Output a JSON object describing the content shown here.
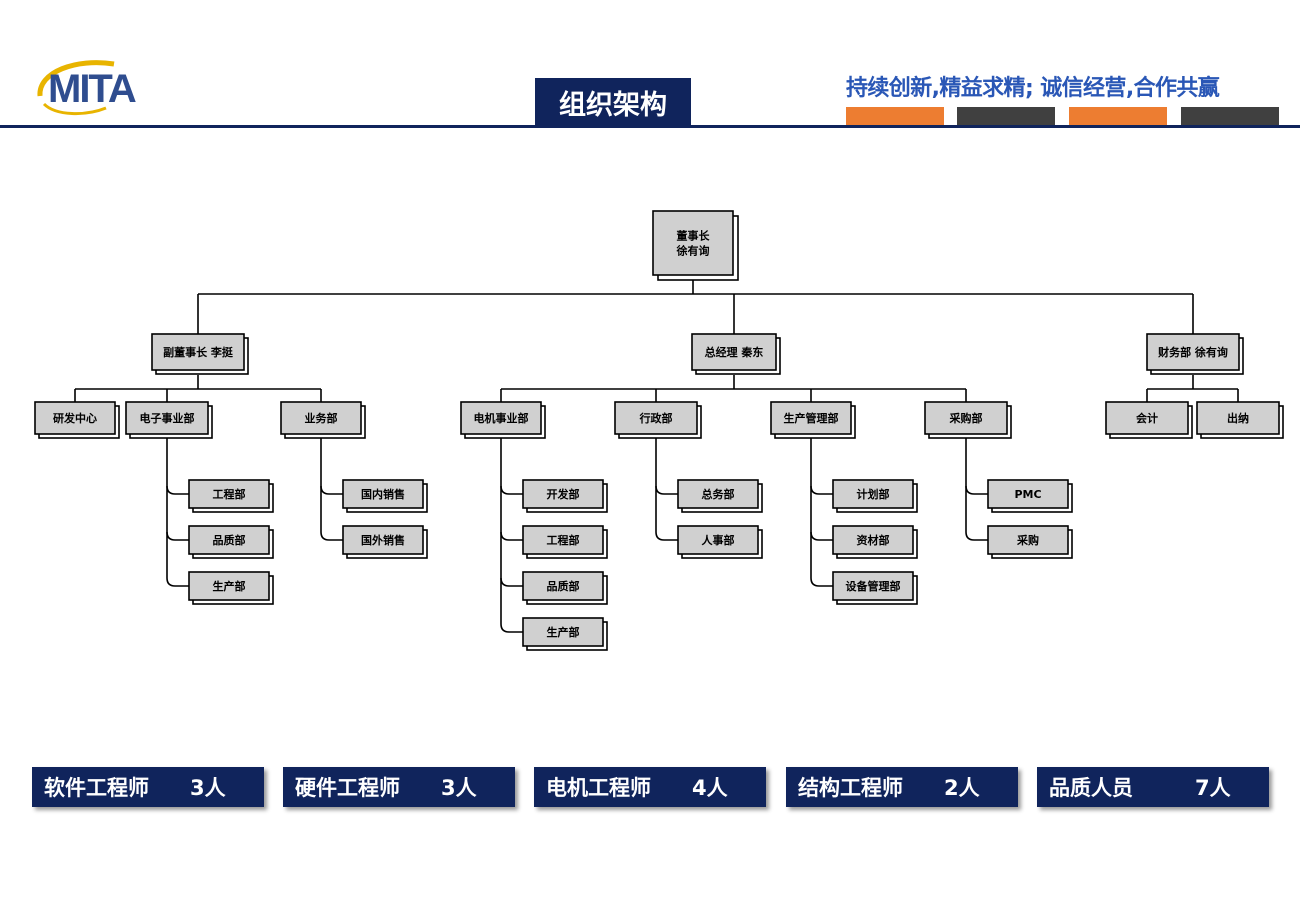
{
  "header": {
    "logo_text": "MITA",
    "title": "组织架构",
    "slogan": "持续创新,精益求精; 诚信经营,合作共赢",
    "accent_colors": [
      "#ed7d31",
      "#404040",
      "#ed7d31",
      "#404040"
    ],
    "primary_color": "#10245c",
    "slogan_color": "#2a57b6"
  },
  "org_chart": {
    "root": {
      "line1": "董事长",
      "line2": "徐有询"
    },
    "branches": [
      {
        "label": "副董事长 李挺",
        "units": [
          {
            "label": "研发中心",
            "children": []
          },
          {
            "label": "电子事业部",
            "children": [
              "工程部",
              "品质部",
              "生产部"
            ]
          },
          {
            "label": "业务部",
            "children": [
              "国内销售",
              "国外销售"
            ]
          }
        ]
      },
      {
        "label": "总经理 秦东",
        "units": [
          {
            "label": "电机事业部",
            "children": [
              "开发部",
              "工程部",
              "品质部",
              "生产部"
            ]
          },
          {
            "label": "行政部",
            "children": [
              "总务部",
              "人事部"
            ]
          },
          {
            "label": "生产管理部",
            "children": [
              "计划部",
              "资材部",
              "设备管理部"
            ]
          },
          {
            "label": "采购部",
            "children": [
              "PMC",
              "采购"
            ]
          }
        ]
      },
      {
        "label": "财务部 徐有询",
        "units": [
          {
            "label": "会计",
            "children": []
          },
          {
            "label": "出纳",
            "children": []
          }
        ]
      }
    ]
  },
  "staff_stats": [
    {
      "role": "软件工程师",
      "count": "3人"
    },
    {
      "role": "硬件工程师",
      "count": "3人"
    },
    {
      "role": "电机工程师",
      "count": "4人"
    },
    {
      "role": "结构工程师",
      "count": "2人"
    },
    {
      "role": "品质人员",
      "count": "7人"
    }
  ]
}
